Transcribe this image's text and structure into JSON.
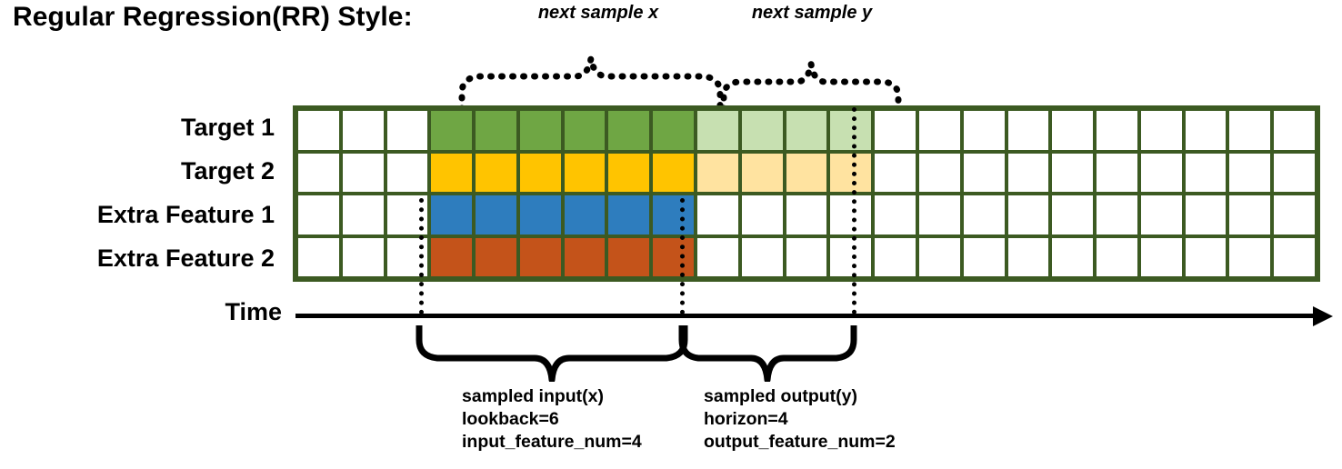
{
  "title": "Regular Regression(RR) Style:",
  "annotations": {
    "next_sample_x": "next sample x",
    "next_sample_y": "next sample y"
  },
  "rows": [
    {
      "label": "Target 1",
      "color": "#6FA644",
      "light_color": "#C7E0B1",
      "has_output": true
    },
    {
      "label": "Target 2",
      "color": "#FFC400",
      "light_color": "#FFE3A0",
      "has_output": true
    },
    {
      "label": "Extra Feature 1",
      "color": "#2E7DBE",
      "light_color": null,
      "has_output": false
    },
    {
      "label": "Extra Feature 2",
      "color": "#C4531A",
      "light_color": null,
      "has_output": false
    }
  ],
  "grid": {
    "total_columns": 23,
    "leading_blank_columns": 3,
    "input_columns": 6,
    "output_columns": 4,
    "trailing_blank_columns": 10,
    "border_color": "#3C5A22"
  },
  "time_axis": {
    "label": "Time"
  },
  "captions": {
    "input": {
      "line1": "sampled input(x)",
      "line2": "lookback=6",
      "line3": "input_feature_num=4"
    },
    "output": {
      "line1": "sampled output(y)",
      "line2": "horizon=4",
      "line3": "output_feature_num=2"
    }
  }
}
